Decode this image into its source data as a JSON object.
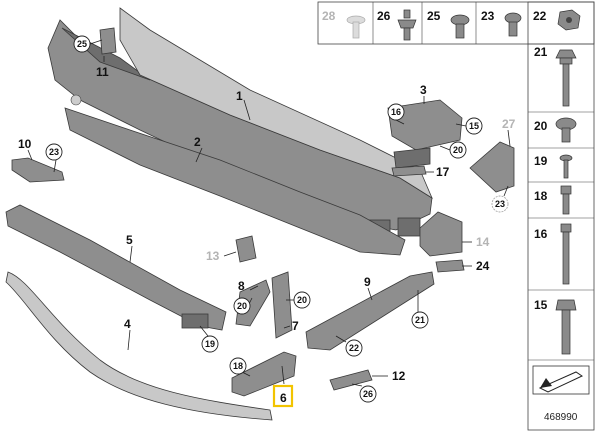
{
  "diagram_id": "468990",
  "highlighted_part": "6",
  "callouts": {
    "c25": "25",
    "c23a": "23",
    "c16": "16",
    "c15": "15",
    "c20a": "20",
    "c23b": "23",
    "c20b": "20",
    "c20c": "20",
    "c19": "19",
    "c18": "18",
    "c21": "21",
    "c22": "22",
    "c26": "26"
  },
  "labels": {
    "p1": "1",
    "p2": "2",
    "p3": "3",
    "p4": "4",
    "p5": "5",
    "p6": "6",
    "p7": "7",
    "p8": "8",
    "p9": "9",
    "p10": "10",
    "p11": "11",
    "p12": "12",
    "p13": "13",
    "p14": "14",
    "p17": "17",
    "p24": "24",
    "p27": "27"
  },
  "fastener_panel": {
    "top_row": [
      "28",
      "26",
      "25",
      "23",
      "22"
    ],
    "column": [
      "21",
      "20",
      "19",
      "18",
      "16",
      "15"
    ]
  },
  "colors": {
    "highlight": "#f2c400",
    "part": "#8e8e8e",
    "ghost_label": "#b4b4b4"
  }
}
